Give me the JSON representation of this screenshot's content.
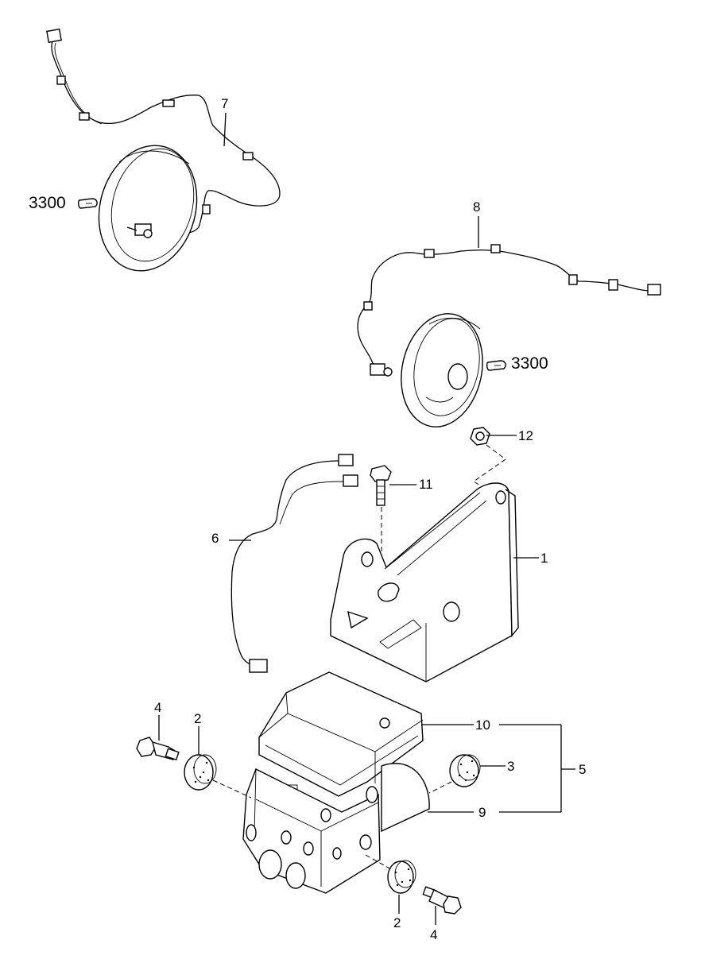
{
  "diagram": {
    "callouts": {
      "c7": "7",
      "c8": "8",
      "c3300a": "3300",
      "c3300b": "3300",
      "c12": "12",
      "c11": "11",
      "c6": "6",
      "c1": "1",
      "c4a": "4",
      "c2a": "2",
      "c10": "10",
      "c3": "3",
      "c5": "5",
      "c9": "9",
      "c2b": "2",
      "c4b": "4"
    },
    "icons": [
      "hand-pointer-icon"
    ]
  }
}
